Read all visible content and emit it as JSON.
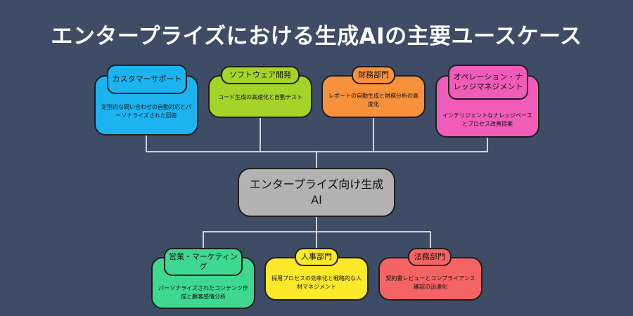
{
  "title": "エンタープライズにおける生成AIの主要ユースケース",
  "center": {
    "label": "エンタープライズ向け生成AI"
  },
  "top_nodes": [
    {
      "label": "カスタマーサポート",
      "description": "定型的な問い合わせの自動対応とパーソナライズされた回答",
      "color": "#1cb4f0"
    },
    {
      "label": "ソフトウェア開発",
      "description": "コード生成の高速化と自動テスト",
      "color": "#a4d42a"
    },
    {
      "label": "財務部門",
      "description": "レポートの自動生成と財務分析の高度化",
      "color": "#f7913c"
    },
    {
      "label": "オペレーション・ナレッジマネジメント",
      "description": "インテリジェントなナレッジベースとプロセス改善提案",
      "color": "#f05cb8"
    }
  ],
  "bottom_nodes": [
    {
      "label": "営業・マーケティング",
      "description": "パーソナライズされたコンテンツ作成と顧客感情分析",
      "color": "#3ed890"
    },
    {
      "label": "人事部門",
      "description": "採用プロセスの効率化と戦略的な人材マネジメント",
      "color": "#fde82a"
    },
    {
      "label": "法務部門",
      "description": "契約書レビューとコンプライアンス確認の迅速化",
      "color": "#f56464"
    }
  ],
  "colors": {
    "background": "#3e4c66",
    "connector": "#ffffff",
    "center": "#b3b3b3"
  }
}
